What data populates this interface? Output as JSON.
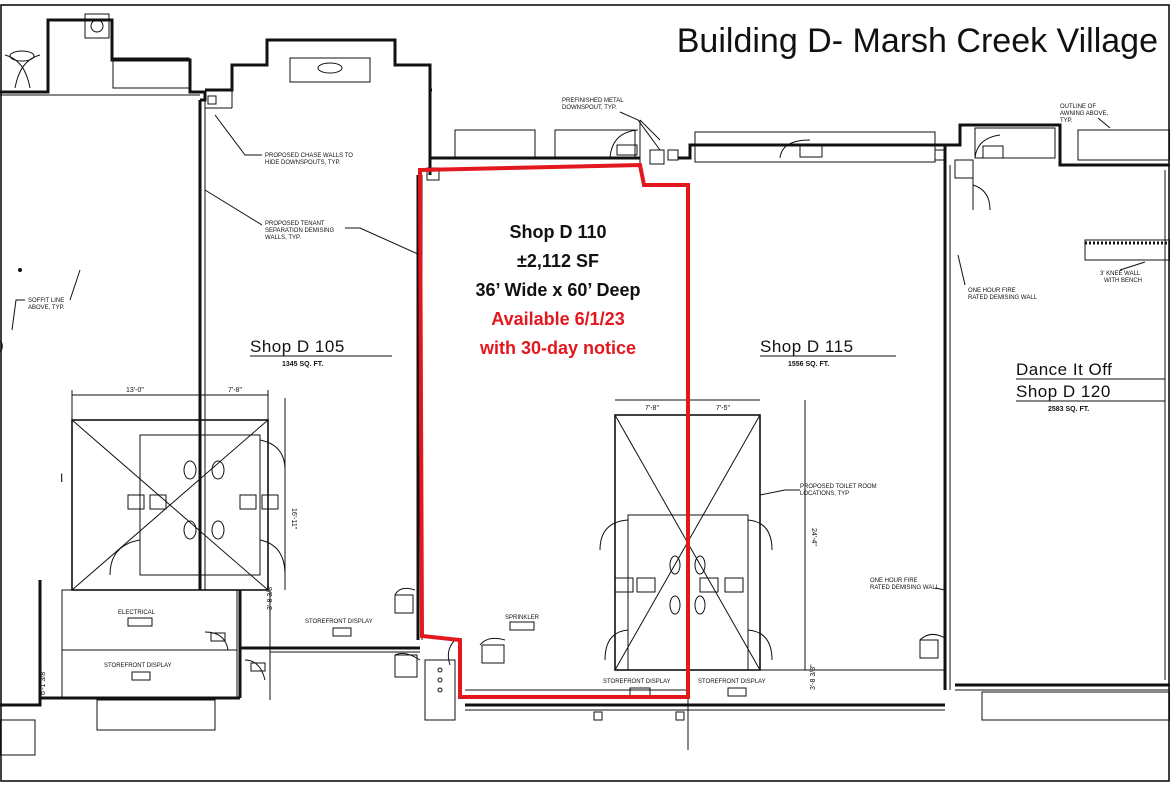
{
  "title": "Building D- Marsh Creek Village",
  "highlight_color": "#e3171e",
  "callout": {
    "unit": "Shop D 110",
    "area": "±2,112 SF",
    "dimensions": "36’ Wide x 60’ Deep",
    "availability": "Available 6/1/23",
    "notice": "with 30-day notice"
  },
  "shops": {
    "d105": {
      "name": "Shop D 105",
      "area": "1345 SQ. FT."
    },
    "d115": {
      "name": "Shop D 115",
      "area": "1556 SQ. FT."
    },
    "d120": {
      "tenant": "Dance It Off",
      "name": "Shop D 120",
      "area": "2583 SQ. FT."
    }
  },
  "notes": {
    "chase_walls": [
      "PROPOSED CHASE WALLS TO",
      "HIDE DOWNSPOUTS, TYP."
    ],
    "tenant_sep": [
      "PROPOSED TENANT",
      "SEPARATION DEMISING",
      "WALLS, TYP."
    ],
    "soffit": [
      "SOFFIT LINE",
      "ABOVE, TYP."
    ],
    "downspout": [
      "PREFINISHED METAL",
      "DOWNSPOUT, TYP."
    ],
    "outline": [
      "OUTLINE OF",
      "AWNING ABOVE,",
      "TYP."
    ],
    "knee_wall": [
      "3' KNEE WALL",
      "WITH BENCH"
    ],
    "fire_wall_1": [
      "ONE HOUR FIRE",
      "RATED DEMISING WALL"
    ],
    "fire_wall_2": [
      "ONE HOUR FIRE",
      "RATED DEMISING WALL"
    ],
    "toilet": [
      "PROPOSED TOILET ROOM",
      "LOCATIONS, TYP"
    ]
  },
  "room_tags": {
    "electrical": "ELECTRICAL",
    "sprinkler": "SPRINKLER",
    "storefront_1": "STOREFRONT DISPLAY",
    "storefront_2": "STOREFRONT DISPLAY",
    "storefront_3": "STOREFRONT DISPLAY",
    "storefront_4": "STOREFRONT DISPLAY"
  },
  "dims": {
    "d1": "13'-0\"",
    "d2": "7'-8\"",
    "d3": "7'-8\"",
    "d4": "7'-5\"",
    "d5": "16'-11\"",
    "d6": "24'-4\"",
    "d7": "3'-8 3/8\"",
    "d8": "6'-1 3/8\"",
    "d9": "3'-8 3/8\""
  },
  "partial_labels": {
    "left_edge": "0",
    "grid_mark": "I"
  }
}
